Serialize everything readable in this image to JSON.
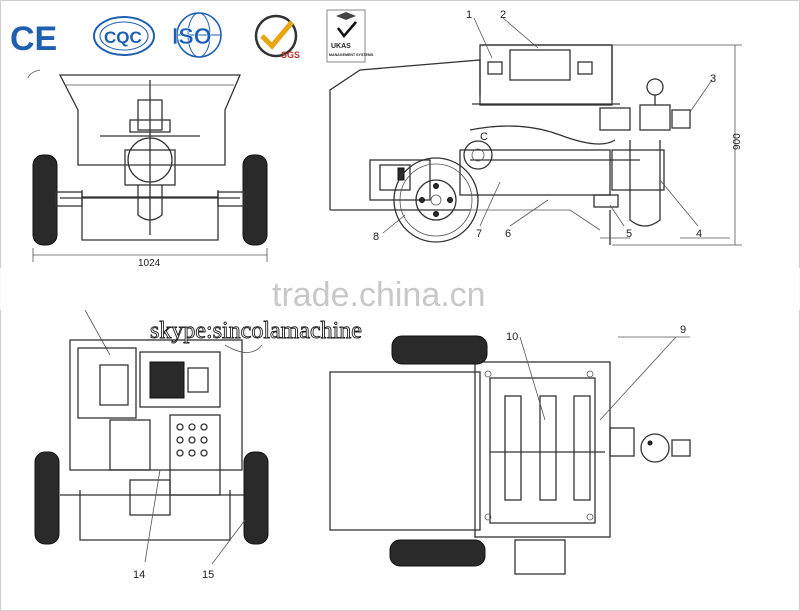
{
  "certifications": {
    "ce": "CE",
    "cqc": "CQC",
    "iso": "ISO",
    "sgs": "SGS",
    "ukas_line1": "UKAS",
    "ukas_line2": "MANAGEMENT SYSTEMS"
  },
  "dimensions": {
    "width": "1024",
    "height": "900"
  },
  "callouts": {
    "c1": "1",
    "c2": "2",
    "c3": "3",
    "c4": "4",
    "c5": "5",
    "c6": "6",
    "c7": "7",
    "c8": "8",
    "c9": "9",
    "c10": "10",
    "c14": "14",
    "c15": "15",
    "cC": "C"
  },
  "watermarks": {
    "trade": "trade.china.cn",
    "skype": "skype:sincolamachine"
  },
  "colors": {
    "ce_blue": "#1f5fb0",
    "iso_blue": "#1a5fb4",
    "line": "#333333"
  }
}
